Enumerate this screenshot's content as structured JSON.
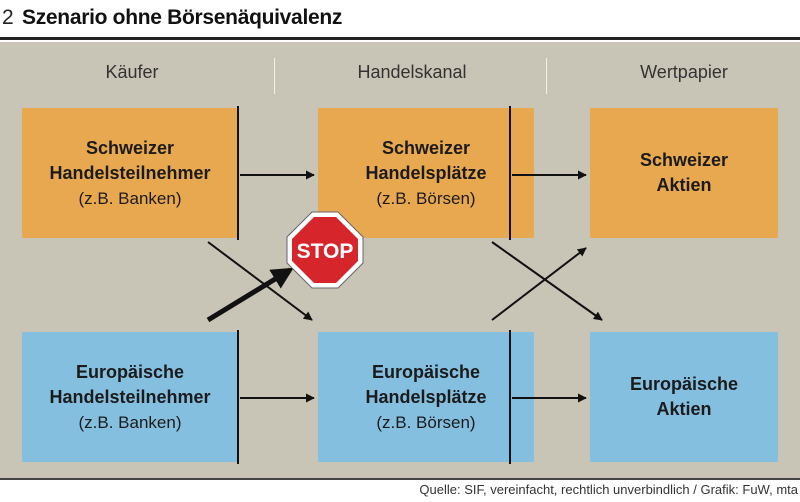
{
  "header": {
    "number": "2",
    "title": "Szenario ohne Börsenäquivalenz"
  },
  "columns": [
    "Käufer",
    "Handelskanal",
    "Wertpapier"
  ],
  "boxes": {
    "ch_buyer": {
      "line1": "Schweizer",
      "line2": "Handelsteilnehmer",
      "line3": "(z.B. Banken)"
    },
    "ch_venue": {
      "line1": "Schweizer",
      "line2": "Handelsplätze",
      "line3": "(z.B. Börsen)"
    },
    "ch_stock": {
      "line1": "Schweizer",
      "line2": "Aktien"
    },
    "eu_buyer": {
      "line1": "Europäische",
      "line2": "Handelsteilnehmer",
      "line3": "(z.B. Banken)"
    },
    "eu_venue": {
      "line1": "Europäische",
      "line2": "Handelsplätze",
      "line3": "(z.B. Börsen)"
    },
    "eu_stock": {
      "line1": "Europäische",
      "line2": "Aktien"
    }
  },
  "stop_sign": {
    "label": "STOP"
  },
  "colors": {
    "background": "#c8c4b6",
    "swiss_box": "#e8a850",
    "european_box": "#85bfe0",
    "stop_red": "#d7262b"
  },
  "footer": {
    "source": "Quelle: SIF, vereinfacht, rechtlich unverbindlich / Grafik: FuW, mta"
  }
}
